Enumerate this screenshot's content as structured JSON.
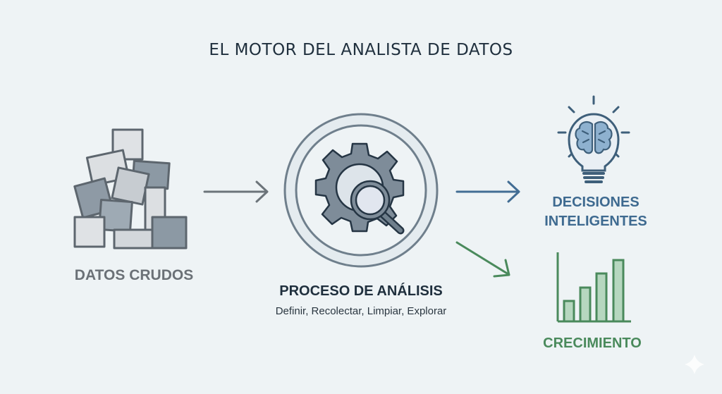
{
  "title": "EL MOTOR DEL ANALISTA DE DATOS",
  "stages": {
    "raw": {
      "label": "DATOS CRUDOS",
      "icon": "data-blocks-icon"
    },
    "process": {
      "label": "PROCESO DE ANÁLISIS",
      "subtitle": "Definir, Recolectar, Limpiar, Explorar",
      "icon": "gear-magnifier-icon"
    },
    "decisions": {
      "label": "DECISIONES INTELIGENTES",
      "icon": "lightbulb-brain-icon"
    },
    "growth": {
      "label": "CRECIMIENTO",
      "icon": "bar-chart-icon"
    }
  },
  "colors": {
    "background": "#eef3f5",
    "title": "#1f2f3d",
    "raw": "#6b7177",
    "process": "#1f2f3d",
    "decisions": "#3e6a90",
    "growth": "#4a8a5c"
  }
}
